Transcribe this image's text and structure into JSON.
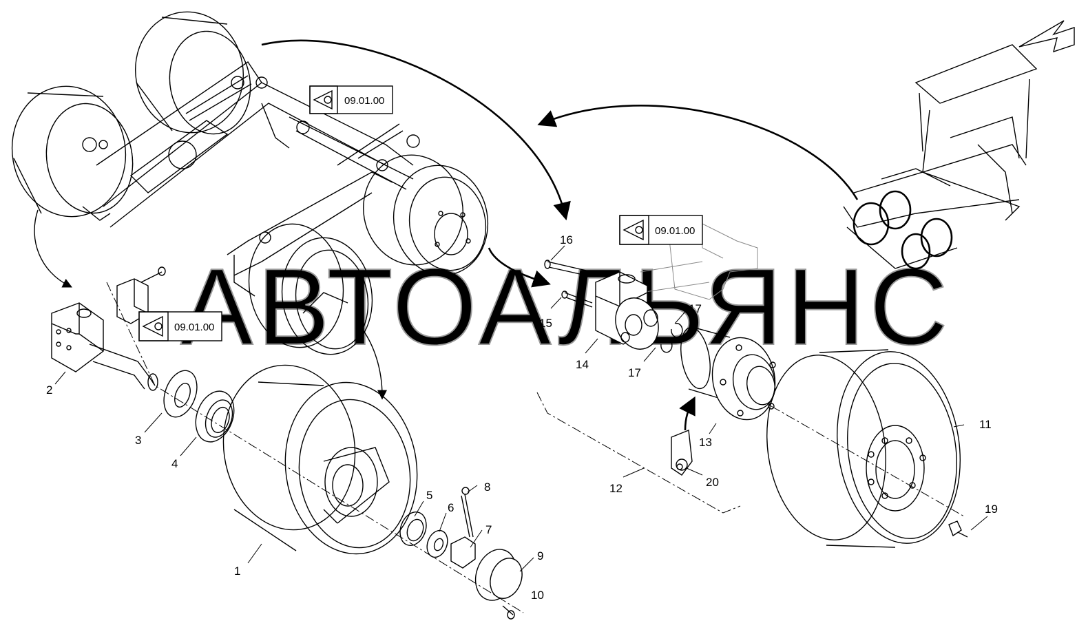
{
  "watermark": "АВТОАЛЬЯНС",
  "references": [
    {
      "id": "ref-top",
      "code": "09.01.00"
    },
    {
      "id": "ref-mid",
      "code": "09.01.00"
    },
    {
      "id": "ref-left",
      "code": "09.01.00"
    }
  ],
  "part_labels": [
    {
      "n": "1"
    },
    {
      "n": "2"
    },
    {
      "n": "3"
    },
    {
      "n": "4"
    },
    {
      "n": "5"
    },
    {
      "n": "6"
    },
    {
      "n": "7"
    },
    {
      "n": "8"
    },
    {
      "n": "9"
    },
    {
      "n": "10"
    },
    {
      "n": "11"
    },
    {
      "n": "12"
    },
    {
      "n": "13"
    },
    {
      "n": "14"
    },
    {
      "n": "15"
    },
    {
      "n": "16"
    },
    {
      "n": "17"
    },
    {
      "n": "17"
    },
    {
      "n": "19"
    },
    {
      "n": "20"
    }
  ]
}
